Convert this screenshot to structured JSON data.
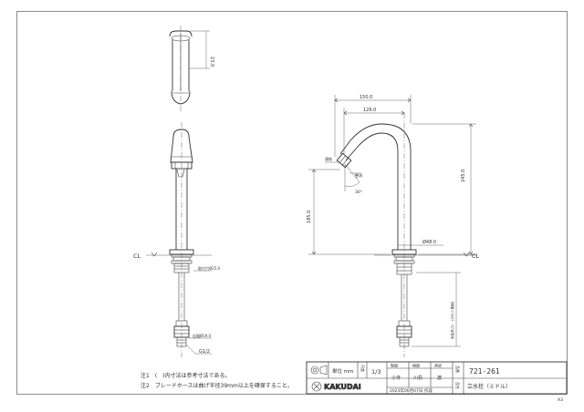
{
  "dims": {
    "top_height": "23.0",
    "width_150": "150.0",
    "width_126": "126.0",
    "height_245": "245.0",
    "height_185": "185.0",
    "base_dia": "Ø48.0",
    "mount_hole": "取付穴Ø25.0",
    "hose_len": "実装長さL　(300.0 範囲)",
    "nut_dia": "広幅Ø19.0",
    "thread": "G1/2",
    "spout_a": "連結",
    "spout_b": "整流",
    "angle": "30°"
  },
  "labels": {
    "cl_left": "CL",
    "cl_right": "CL"
  },
  "notes": {
    "note1": "注1　(　)内寸法は参考寸法である。",
    "note2": "注2　ブレードホースは曲げ半径39mm以上を確保すること。"
  },
  "title_block": {
    "unit_label": "単位 mm",
    "scale_label": "尺度",
    "scale_value": "1/3",
    "hdr_1": "製図",
    "hdr_2": "検図",
    "hdr_3": "承認",
    "name_1": "小寺",
    "name_2": "川島",
    "name_3": "渡",
    "brand": "KAKUDAI",
    "date": "2023年06月07日 作成",
    "code_label": "品番",
    "code": "721-261",
    "name_label": "品名",
    "product_name": "立水栓（ミドル）"
  },
  "sheet_size": "A3"
}
